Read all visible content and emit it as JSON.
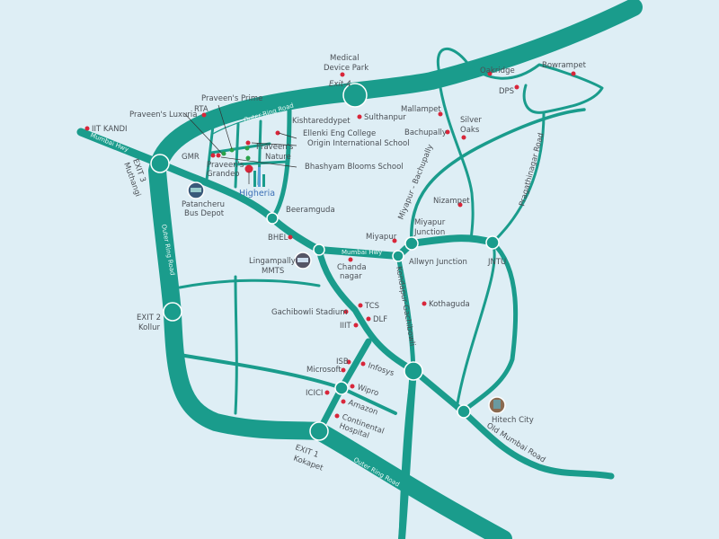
{
  "colors": {
    "background": "#deeef5",
    "road": "#1a9c8c",
    "poi": "#d8263a",
    "project": "#2aa34a"
  },
  "roads": {
    "orr_top": "Outer Ring Road",
    "orr_left": "Outer Ring Road",
    "orr_bottom": "Outer Ring Road",
    "mumbai_hwy_west": "Mumbai Hwy",
    "mumbai_hwy_mid": "Mumbai Hwy",
    "miyapur_bachupally": "Miyapur - Bachupally",
    "pragathinagar": "Pragathinagar Road",
    "kondapur_gachibowli": "Kondapur-Gachibowli",
    "old_mumbai": "Old Mumbai Road"
  },
  "exits": {
    "exit4": "Exit-4",
    "exit3": "EXIT 3",
    "exit3_place": "Muthangi",
    "exit2": "EXIT 2",
    "exit2_place": "Kollur",
    "exit1": "EXIT 1",
    "exit1_place": "Kokapet"
  },
  "places": {
    "medical1": "Medical",
    "medical2": "Device Park",
    "iit": "IIT KANDI",
    "rta": "RTA",
    "prime": "Praveen's Prime",
    "luxuria": "Praveen's Luxuria",
    "gmr": "GMR",
    "grandeo1": "Praveen's",
    "grandeo2": "Grandeo",
    "nature1": "Praveen's",
    "nature2": "Nature",
    "kishtareddypet": "Kishtareddypet",
    "ellenki": "Ellenki Eng College",
    "origin": "Origin International School",
    "bhashyam": "Bhashyam Blooms School",
    "sulthanpur": "Sulthanpur",
    "mallampet": "Mallampet",
    "bachupally": "Bachupally",
    "silver1": "Silver",
    "silver2": "Oaks",
    "oakridge": "Oakridge",
    "bowrampet": "Bowrampet",
    "dps": "DPS",
    "patancheru1": "Patancheru",
    "patancheru2": "Bus Depot",
    "beeramguda": "Beeramguda",
    "bhel": "BHEL",
    "lingampally1": "Lingampally",
    "lingampally2": "MMTS",
    "chanda1": "Chanda",
    "chanda2": "nagar",
    "miyapur": "Miyapur",
    "miyapur_jn1": "Miyapur",
    "miyapur_jn2": "Junction",
    "nizampet": "Nizampet",
    "allwyn": "Allwyn Junction",
    "jntu": "JNTU",
    "kothaguda": "Kothaguda",
    "tcs": "TCS",
    "gachibowli": "Gachibowli Stadium",
    "dlf": "DLF",
    "iiit": "IIIT",
    "isb": "ISB",
    "microsoft": "Microsoft",
    "infosys": "Infosys",
    "icici": "ICICI",
    "wipro": "Wipro",
    "amazon": "Amazon",
    "continental1": "Continental",
    "continental2": "Hospital",
    "hitech": "Hitech City"
  },
  "project": {
    "name": "Higheria"
  }
}
